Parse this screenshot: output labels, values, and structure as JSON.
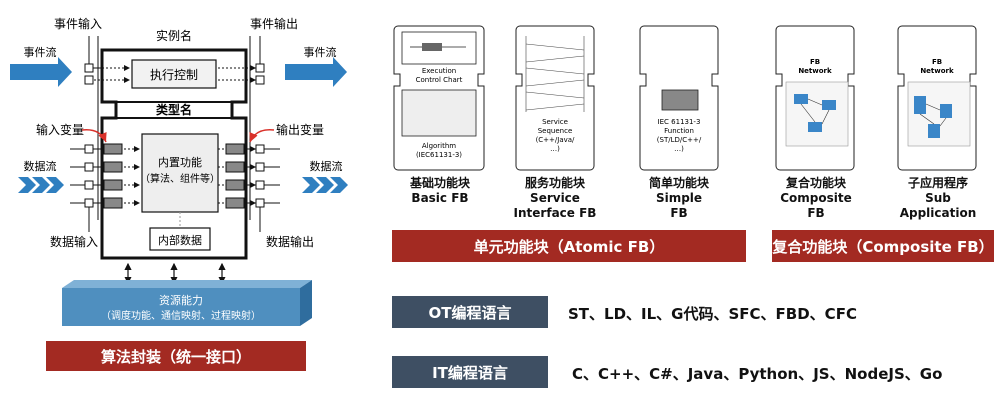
{
  "left_diagram": {
    "event_input": "事件输入",
    "event_output": "事件输出",
    "instance_name": "实例名",
    "event_flow_in": "事件流",
    "event_flow_out": "事件流",
    "exec_control": "执行控制",
    "type_name": "类型名",
    "input_var": "输入变量",
    "output_var": "输出变量",
    "data_flow_in": "数据流",
    "data_flow_out": "数据流",
    "builtin_func_line1": "内置功能",
    "builtin_func_line2": "（算法、组件等）",
    "internal_data": "内部数据",
    "data_input": "数据输入",
    "data_output": "数据输出",
    "resource_line1": "资源能力",
    "resource_line2": "（调度功能、通信映射、过程映射）",
    "bottom_banner": "算法封装（统一接口）"
  },
  "fb_types": [
    {
      "inner_lines": [
        "Execution",
        "Control Chart"
      ],
      "inner_lines2": [
        "Algorithm",
        "(IEC61131-3)"
      ],
      "caption": [
        "基础功能块",
        "Basic FB"
      ]
    },
    {
      "inner_lines": [
        "Service",
        "Sequence",
        "(C++/Java/",
        "…)"
      ],
      "caption": [
        "服务功能块",
        "Service",
        "Interface FB"
      ]
    },
    {
      "inner_lines": [
        "IEC 61131-3",
        "Function",
        "(ST/LD/C++/",
        "…)"
      ],
      "caption": [
        "简单功能块",
        "Simple",
        "FB"
      ]
    },
    {
      "inner_lines": [
        "FB",
        "Network"
      ],
      "caption": [
        "复合功能块",
        "Composite",
        "FB"
      ]
    },
    {
      "inner_lines": [
        "FB",
        "Network"
      ],
      "caption": [
        "子应用程序",
        "Sub",
        "Application"
      ]
    }
  ],
  "atomic_label": "单元功能块（Atomic FB）",
  "composite_label": "复合功能块（Composite FB）",
  "ot": {
    "label": "OT编程语言",
    "langs": "ST、LD、IL、G代码、SFC、FBD、CFC"
  },
  "it": {
    "label": "IT编程语言",
    "langs": "C、C++、C#、Java、Python、JS、NodeJS、Go"
  },
  "colors": {
    "red": "#a32a22",
    "dark": "#3e4f63",
    "arrow_blue": "#2f7fc0",
    "resource_blue": "#4f8fbf"
  }
}
